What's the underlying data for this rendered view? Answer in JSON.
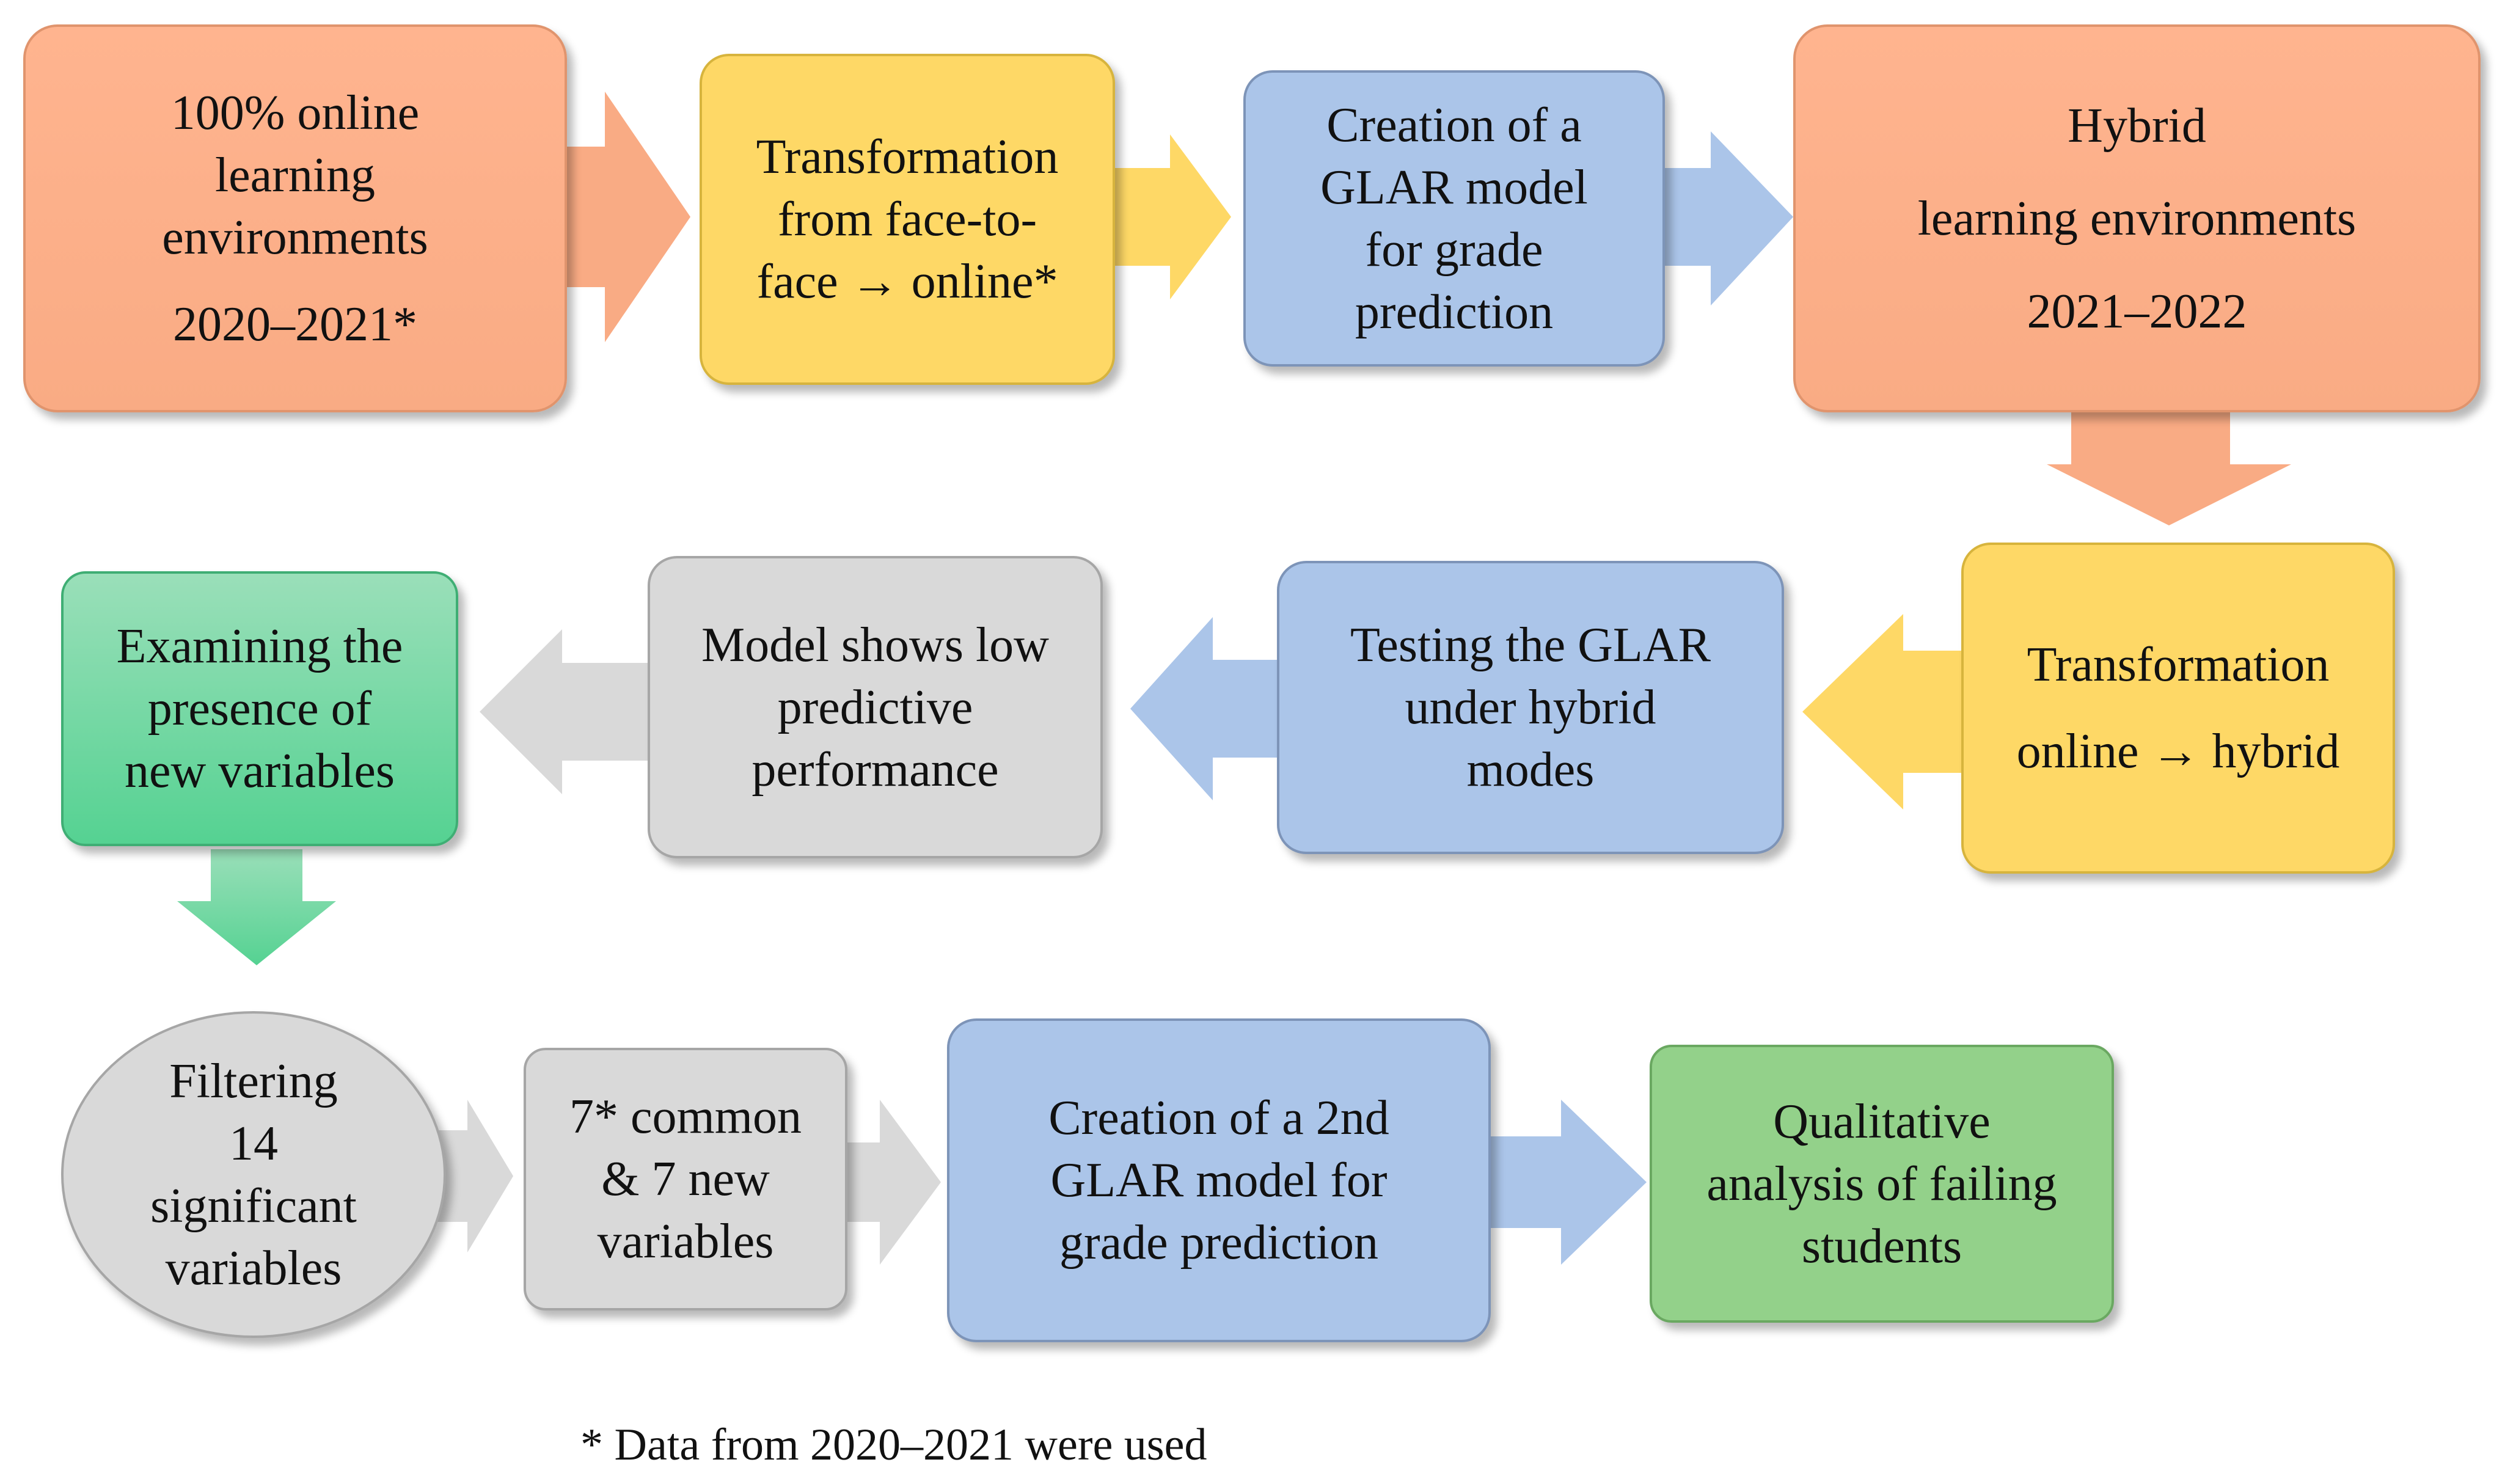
{
  "colors": {
    "orange": "#f9ab84",
    "yellow": "#fed866",
    "blue": "#abc5e9",
    "gray": "#d9d9d9",
    "green_gradient": "#55d292",
    "green": "#93d18a"
  },
  "row1": {
    "online_2020": {
      "lines": [
        "100% online",
        "learning",
        "environments",
        "2020–2021*"
      ]
    },
    "transformation_f2f": {
      "lines": [
        "Transformation",
        "from face-to-",
        "face → online*"
      ]
    },
    "glar_model_1": {
      "lines": [
        "Creation of a",
        "GLAR model",
        "for grade",
        "prediction"
      ]
    },
    "hybrid_2021": {
      "lines": [
        "Hybrid",
        "learning environments",
        "2021–2022"
      ]
    }
  },
  "row2": {
    "transformation_hybrid": {
      "lines": [
        "Transformation",
        "online → hybrid"
      ]
    },
    "testing_glar": {
      "lines": [
        "Testing the GLAR",
        "under hybrid",
        "modes"
      ]
    },
    "low_performance": {
      "lines": [
        "Model shows low",
        "predictive",
        "performance"
      ]
    },
    "examining_variables": {
      "lines": [
        "Examining the",
        "presence of",
        "new variables"
      ]
    }
  },
  "row3": {
    "filtering": {
      "lines": [
        "Filtering",
        "14",
        "significant",
        "variables"
      ]
    },
    "common_new": {
      "lines": [
        "7* common",
        "& 7 new",
        "variables"
      ]
    },
    "glar_model_2": {
      "lines": [
        "Creation of a 2nd",
        "GLAR model for",
        "grade prediction"
      ]
    },
    "qualitative": {
      "lines": [
        "Qualitative",
        "analysis of failing",
        "students"
      ]
    }
  },
  "footnote": "* Data from 2020–2021 were used"
}
